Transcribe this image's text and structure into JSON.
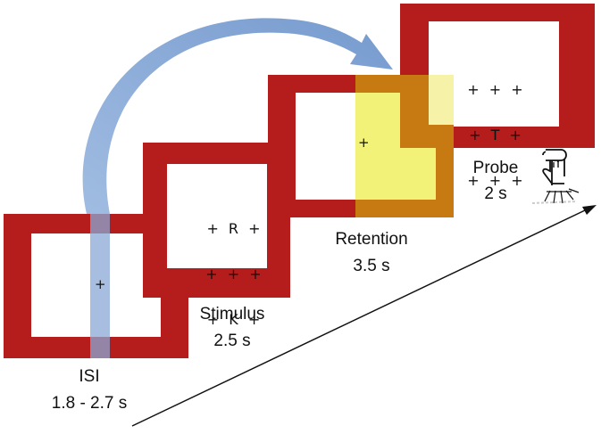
{
  "colors": {
    "frame": "#b51c1c",
    "screen": "#ffffff",
    "retention_highlight": "#f2f279",
    "retention_overlap": "#c87a12",
    "isi_bar": "#8aa8d6",
    "arc_arrow": "#92b1dc"
  },
  "screens": [
    {
      "id": "isi",
      "content": "+"
    },
    {
      "id": "stimulus",
      "content": [
        "+ R +",
        "+ + +",
        "+ K +"
      ]
    },
    {
      "id": "retention",
      "content": "+"
    },
    {
      "id": "probe",
      "content": [
        "+ + +",
        "+ T +",
        "+ + +"
      ]
    }
  ],
  "labels": {
    "isi_name": "ISI",
    "isi_time": "1.8 - 2.7 s",
    "stimulus_name": "Stimulus",
    "stimulus_time": "2.5 s",
    "retention_name": "Retention",
    "retention_time": "3.5 s",
    "probe_name": "Probe",
    "probe_time": "2 s"
  },
  "icons": {
    "response": "pointing-hand-icon",
    "time_axis": "diagonal-arrow-icon",
    "return_arc": "curved-arrow-icon"
  }
}
